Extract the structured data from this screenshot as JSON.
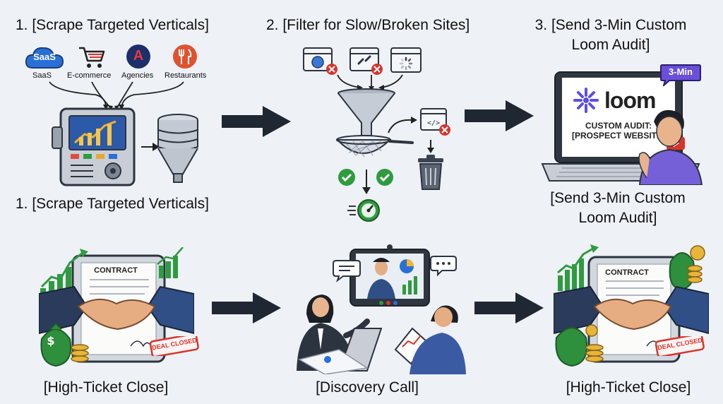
{
  "step1": {
    "title": "1. [Scrape Targeted Verticals]",
    "caption": "1. [Scrape Targeted Verticals]",
    "verticals": [
      {
        "label": "SaaS",
        "icon": "cloud-icon",
        "badge": "SaaS"
      },
      {
        "label": "E-commerce",
        "icon": "shopping-cart-icon"
      },
      {
        "label": "Agencies",
        "icon": "agency-logo-icon",
        "badge": "A"
      },
      {
        "label": "Restaurants",
        "icon": "fork-knife-icon"
      }
    ]
  },
  "step2": {
    "title": "2. [Filter for Slow/Broken Sites]"
  },
  "step3": {
    "title_line1": "3. [Send 3-Min Custom",
    "title_line2": "Loom Audit]",
    "caption_line1": "[Send 3-Min Custom",
    "caption_line2": "Loom Audit]",
    "badge": "3-Min",
    "brand": "loom",
    "screen_line1": "CUSTOM AUDIT:",
    "screen_line2": "[PROSPECT WEBSITE]"
  },
  "bottom": {
    "left_caption": "[High-Ticket Close]",
    "middle_caption": "[Discovery Call]",
    "right_caption": "[High-Ticket Close]",
    "contract_label": "CONTRACT",
    "stamp_label": "DEAL CLOSED"
  },
  "colors": {
    "arrow": "#1f2733",
    "loom": "#5b4de8",
    "green": "#2e9b3f",
    "red": "#d8342c",
    "blue_suit": "#2f4f86"
  }
}
